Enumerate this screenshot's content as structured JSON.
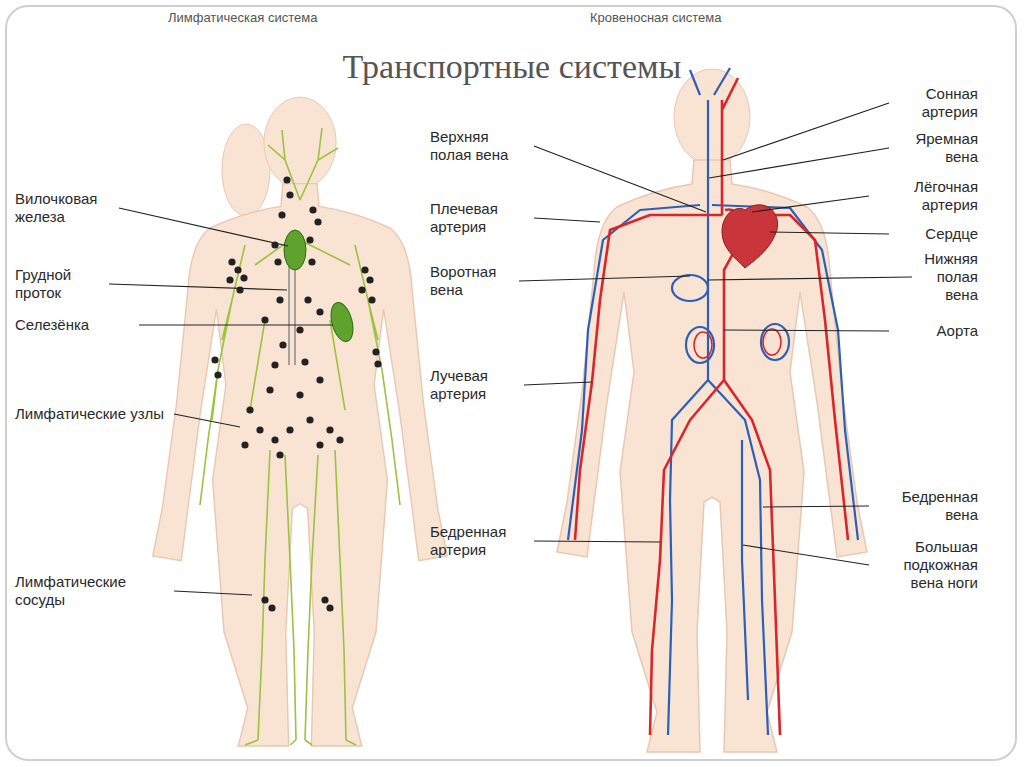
{
  "diagram": {
    "title": "Транспортные системы",
    "labels": [
      "Лимфатическая система",
      "Кровеносная система",
      "Вилочковая железа",
      "Грудной проток",
      "Селезёнка",
      "Лимфатические узлы",
      "Лимфатические сосуды",
      "Верхняя полая вена",
      "Плечевая артерия",
      "Воротная вена",
      "Лучевая артерия",
      "Бедренная артерия",
      "Сонная артерия",
      "Яремная вена",
      "Лёгочная артерия",
      "Сердце",
      "Нижняя полая вена",
      "Аорта",
      "Бедренная вена",
      "Большая подкожная вена ноги"
    ]
  }
}
